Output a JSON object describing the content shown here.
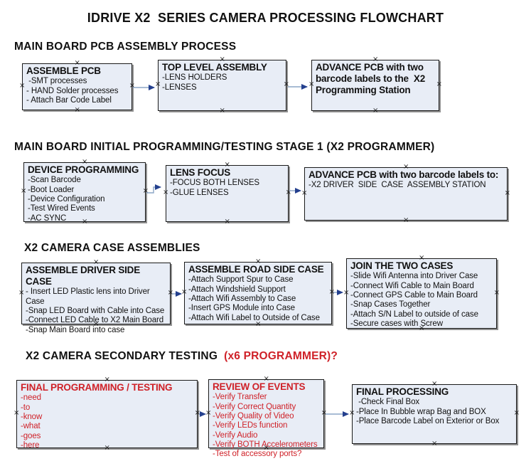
{
  "title": "IDRIVE X2  SERIES CAMERA PROCESSING FLOWCHART",
  "colors": {
    "background": "#ffffff",
    "box_fill": "#e8edf6",
    "box_border": "#1a1a1a",
    "box_shadow": "#909090",
    "arrow_line": "#8ba5c6",
    "arrow_head": "#24408e",
    "red_accent": "#cf2128",
    "text": "#111111"
  },
  "sections": [
    {
      "header": "MAIN BOARD PCB ASSEMBLY PROCESS",
      "header_suffix": "",
      "boxes": [
        {
          "title": "ASSEMBLE PCB",
          "items": [
            " -SMT processes",
            "- HAND Solder processes",
            "- Attach Bar Code Label"
          ]
        },
        {
          "title": "TOP LEVEL ASSEMBLY",
          "items": [
            "-LENS HOLDERS",
            "-LENSES"
          ]
        },
        {
          "title": "ADVANCE PCB with two barcode labels to the  X2 Programming Station",
          "items": []
        }
      ]
    },
    {
      "header": "MAIN BOARD INITIAL PROGRAMMING/TESTING STAGE 1 (X2 PROGRAMMER)",
      "header_suffix": "",
      "boxes": [
        {
          "title": "DEVICE PROGRAMMING",
          "items": [
            "-Scan Barcode",
            "-Boot Loader",
            "-Device Configuration",
            "-Test Wired Events",
            "-AC SYNC"
          ]
        },
        {
          "title": "LENS FOCUS",
          "items": [
            "-FOCUS BOTH LENSES",
            "-GLUE LENSES"
          ]
        },
        {
          "title": "ADVANCE PCB with two barcode labels to:",
          "items": [
            "-X2 DRIVER  SIDE  CASE  ASSEMBLY STATION"
          ]
        }
      ]
    },
    {
      "header": "X2 CAMERA CASE ASSEMBLIES",
      "header_suffix": "",
      "boxes": [
        {
          "title": "ASSEMBLE DRIVER SIDE CASE",
          "items": [
            "- Insert LED Plastic lens into Driver Case",
            "-Snap LED Board with Cable into Case",
            "-Connect LED Cable to X2 Main Board",
            "-Snap Main Board into case"
          ]
        },
        {
          "title": "ASSEMBLE ROAD SIDE CASE",
          "items": [
            "-Attach Support Spur to Case",
            "-Attach Windshield Support",
            "-Attach Wifi Assembly to Case",
            "-Insert GPS Module into Case",
            "-Attach Wifi Label to Outside of Case"
          ]
        },
        {
          "title": "JOIN THE TWO CASES",
          "items": [
            "-Slide Wifi Antenna into Driver Case",
            "-Connect Wifi Cable to Main Board",
            "-Connect GPS Cable to Main Board",
            "-Snap Cases Together",
            "-Attach S/N Label to outside of case",
            "-Secure cases with Screw"
          ]
        }
      ]
    },
    {
      "header": "X2 CAMERA SECONDARY TESTING ",
      "header_suffix": " (x6 PROGRAMMER)?",
      "boxes": [
        {
          "title": "FINAL PROGRAMMING / TESTING",
          "text_color": "#cf2128",
          "items": [
            "-need",
            "-to",
            "-know",
            "-what",
            "-goes",
            "-here"
          ]
        },
        {
          "title": "REVIEW OF EVENTS",
          "text_color": "#cf2128",
          "items": [
            "-Verify Transfer",
            "-Verify Correct Quantity",
            "-Verify Quality of Video",
            "-Verify LEDs function",
            "-Verify Audio",
            "-Verify BOTH Accelerometers",
            "-Test of accessory ports?"
          ]
        },
        {
          "title": "FINAL PROCESSING",
          "items": [
            " -Check Final Box",
            "-Place In Bubble wrap Bag and BOX",
            "-Place Barcode Label on Exterior or Box"
          ]
        }
      ]
    }
  ]
}
